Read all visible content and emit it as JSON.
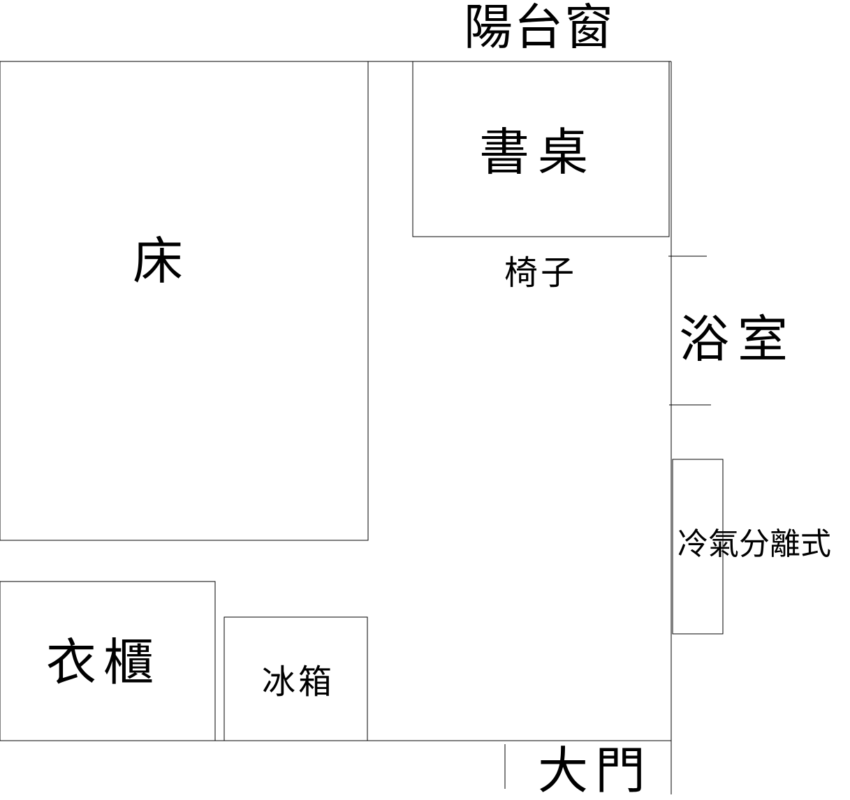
{
  "labels": {
    "balcony_window": "陽台窗",
    "desk": "書桌",
    "bed": "床",
    "chair": "椅子",
    "bathroom": "浴室",
    "air_conditioner": "冷氣分離式",
    "wardrobe": "衣櫃",
    "refrigerator": "冰箱",
    "main_door": "大門"
  }
}
